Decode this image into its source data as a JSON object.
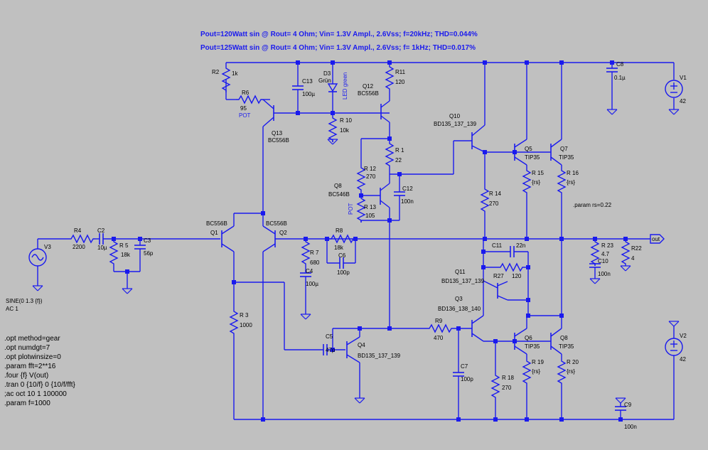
{
  "header": {
    "line1": "Pout=120Watt sin @  Rout= 4 Ohm;  Vin= 1.3V Ampl., 2.6Vss;  f=20kHz;  THD=0.044%",
    "line2": "Pout=125Watt sin @  Rout= 4 Ohm;  Vin= 1.3V Ampl., 2.6Vss;  f=  1kHz;  THD=0.017%"
  },
  "spice": [
    ".opt method=gear",
    ".opt numdgt=7",
    ".opt plotwinsize=0",
    ".param fft=2**16",
    ".four {f} V(out)",
    ".tran 0 {10/f} 0 {10/f/fft}",
    ";ac oct 10 1 100000",
    ".param f=1000"
  ],
  "param_rs": ".param rs=0.22",
  "source": {
    "v3_name": "V3",
    "v3_value1": "SINE(0 1.3 {f})",
    "v3_value2": "AC 1"
  },
  "labels": {
    "R2": "R2",
    "R2v": "1k",
    "R6": "R6",
    "R6v": "95",
    "R6pot": "POT",
    "C13": "C13",
    "C13v": "100µ",
    "D3": "D3",
    "D3v": "Grün",
    "D3led": "LED green",
    "Q12": "Q12",
    "Q12v": "BC556B",
    "R11": "R11",
    "R11v": "120",
    "R10": "R 10",
    "R10v": "10k",
    "Q13": "Q13",
    "Q13v": "BC556B",
    "R1": "R 1",
    "R1v": "22",
    "R12": "R 12",
    "R12v": "270",
    "Q8": "Q8",
    "Q8v": "BC546B",
    "R13": "R 13",
    "R13v": "105",
    "R13pot": "POT",
    "C12": "C12",
    "C12v": "100n",
    "Q10": "Q10",
    "Q10v": "BD135_137_139",
    "Q5": "Q5",
    "Q5v": "TIP35",
    "Q7": "Q7",
    "Q7v": "TIP35",
    "R15": "R 15",
    "R15v": "{rs}",
    "R16": "R 16",
    "R16v": "{rs}",
    "R14": "R 14",
    "R14v": "270",
    "C8": "C8",
    "C8v": "0.1µ",
    "V1": "V1",
    "V1v": "42",
    "R4": "R4",
    "R4v": "2200",
    "C2": "C2",
    "C2v": "10µ",
    "R5": "R 5",
    "R5v": "18k",
    "C3": "C3",
    "C3v": "56p",
    "Q1": "Q1",
    "Q1v": "BC556B",
    "Q2": "Q2",
    "Q2v": "BC556B",
    "R8": "R8",
    "R8v": "18k",
    "C6": "C6",
    "C6v": "100p",
    "R7": "R 7",
    "R7v": "680",
    "C4": "C4",
    "C4v": "100µ",
    "R3": "R 3",
    "R3v": "1000",
    "C11": "C11",
    "C11v": "22n",
    "R27": "R27",
    "R27v": "120",
    "Q11": "Q11",
    "Q11v": "BD135_137_139",
    "Q3": "Q3",
    "Q3v": "BD136_138_140",
    "R23": "R 23",
    "R23v": "4.7",
    "C10": "C10",
    "C10v": "100n",
    "R22": "R22",
    "R22v": "4",
    "out": "out",
    "C5": "C5",
    "C5v": "47p",
    "Q4": "Q4",
    "Q4v": "BD135_137_139",
    "R9": "R9",
    "R9v": "470",
    "C7": "C7",
    "C7v": "100p",
    "R18": "R 18",
    "R18v": "270",
    "Q6": "Q6",
    "Q6v": "TIP35",
    "Q8b": "Q8",
    "Q8bv": "TIP35",
    "R19": "R 19",
    "R19v": "{rs}",
    "R20": "R 20",
    "R20v": "{rs}",
    "C9": "C9",
    "C9v": "100n",
    "V2": "V2",
    "V2v": "42"
  }
}
